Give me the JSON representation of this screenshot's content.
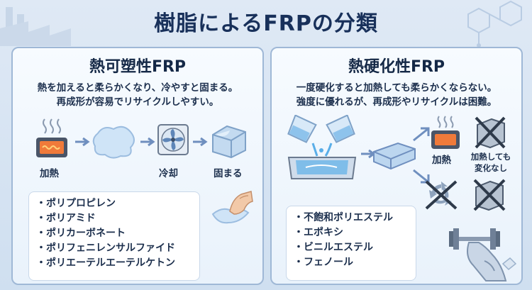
{
  "title": "樹脂によるFRPの分類",
  "left": {
    "heading": "熱可塑性FRP",
    "desc_line1": "熱を加えると柔らかくなり、冷やすと固まる。",
    "desc_line2": "再成形が容易でリサイクルしやすい。",
    "labels": {
      "heat": "加熱",
      "cool": "冷却",
      "harden": "固まる"
    },
    "materials": [
      "ポリプロピレン",
      "ポリアミド",
      "ポリカーボネート",
      "ポリフェニレンサルファイド",
      "ポリエーテルエーテルケトン"
    ]
  },
  "right": {
    "heading": "熱硬化性FRP",
    "desc_line1": "一度硬化すると加熱しても柔らかくならない。",
    "desc_line2": "強度に優れるが、再成形やリサイクルは困難。",
    "labels": {
      "heat": "加熱",
      "no_change_line1": "加熱しても",
      "no_change_line2": "変化なし"
    },
    "materials": [
      "不飽和ポリエステル",
      "エポキシ",
      "ビニルエステル",
      "フェノール"
    ]
  }
}
